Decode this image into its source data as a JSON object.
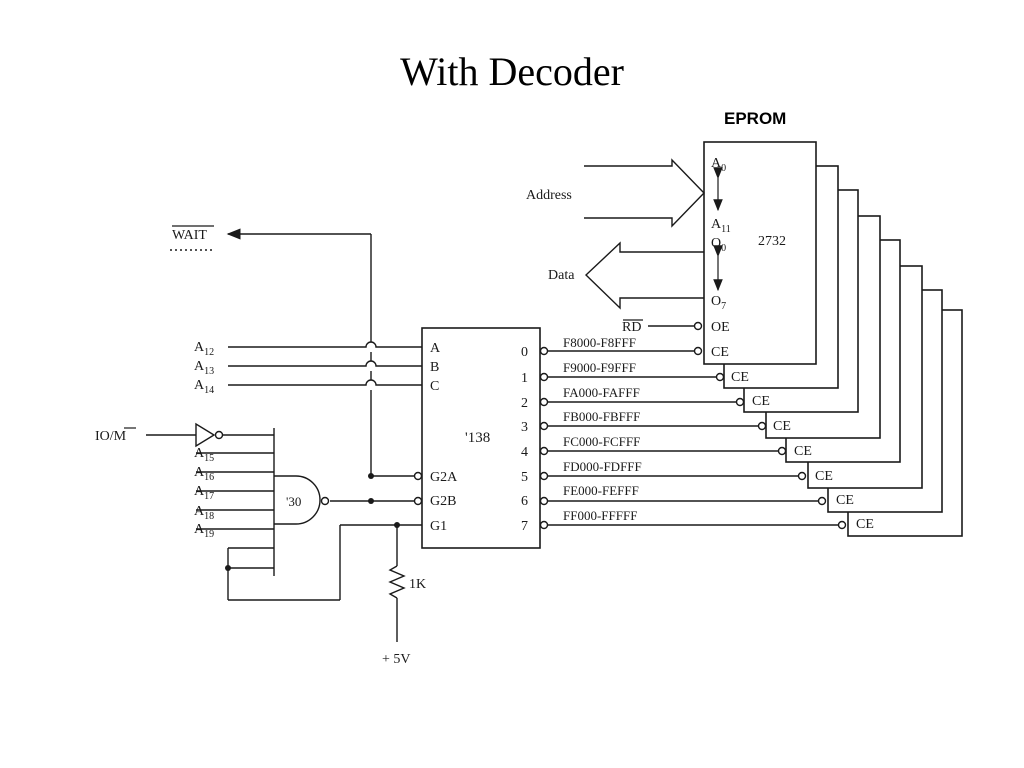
{
  "title": "With Decoder",
  "eprom_label": "EPROM",
  "wait": {
    "label": "WAIT"
  },
  "inputs": {
    "a12": "A",
    "a12_sub": "12",
    "a13": "A",
    "a13_sub": "13",
    "a14": "A",
    "a14_sub": "14",
    "io_m": "IO/",
    "io_m_bar": "M",
    "a15": "A",
    "a15_sub": "15",
    "a16": "A",
    "a16_sub": "16",
    "a17": "A",
    "a17_sub": "17",
    "a18": "A",
    "a18_sub": "18",
    "a19": "A",
    "a19_sub": "19"
  },
  "nand_gate": {
    "label": "'30"
  },
  "resistor": {
    "label": "1K",
    "supply": "+ 5V"
  },
  "decoder": {
    "name": "'138",
    "pins_left": [
      "A",
      "B",
      "C",
      "G2A",
      "G2B",
      "G1"
    ],
    "outputs": [
      "0",
      "1",
      "2",
      "3",
      "4",
      "5",
      "6",
      "7"
    ]
  },
  "address_ranges": [
    "F8000-F8FFF",
    "F9000-F9FFF",
    "FA000-FAFFF",
    "FB000-FBFFF",
    "FC000-FCFFF",
    "FD000-FDFFF",
    "FE000-FEFFF",
    "FF000-FFFFF"
  ],
  "eprom": {
    "part": "2732",
    "ce_label": "CE",
    "oe_label": "OE",
    "rd_label": "RD",
    "a0": "A",
    "a0_sub": "0",
    "a11": "A",
    "a11_sub": "11",
    "o0": "O",
    "o0_sub": "0",
    "o7": "O",
    "o7_sub": "7"
  },
  "buses": {
    "address": "Address",
    "data": "Data"
  }
}
